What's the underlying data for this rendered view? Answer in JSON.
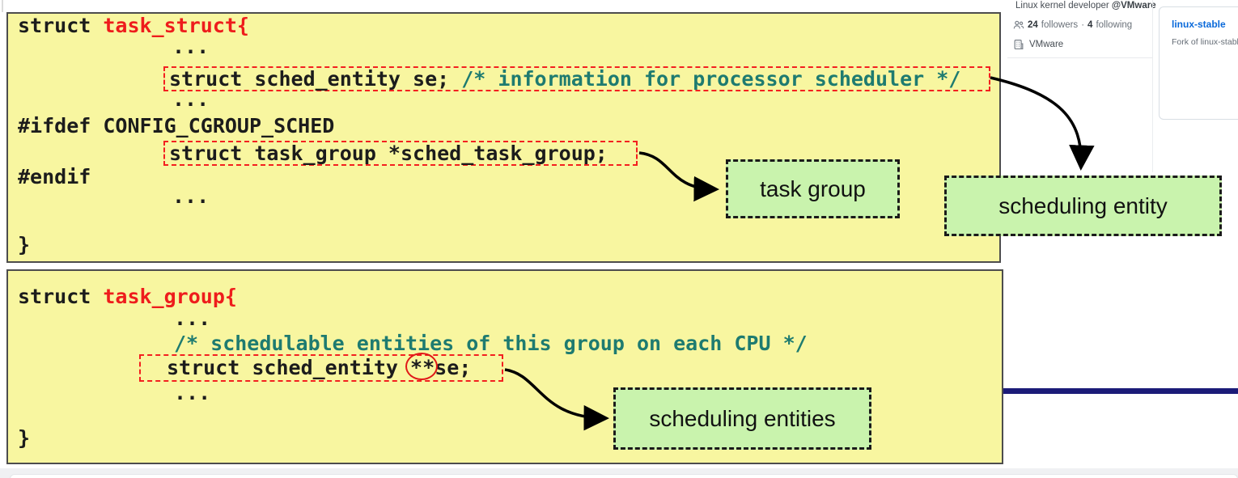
{
  "profile": {
    "bio_text": "Linux kernel developer ",
    "bio_mention": "@VMware",
    "followers_count": "24",
    "followers_label": "followers",
    "dot": "·",
    "following_count": "4",
    "following_label": "following",
    "org_name": "VMware"
  },
  "repo_card": {
    "name": "linux-stable",
    "description": "Fork of linux-stable repo"
  },
  "code_box_1": {
    "keyword": "struct ",
    "name": "task_struct{",
    "ellipsis": "...",
    "highlight_se_code": "struct sched_entity se; ",
    "highlight_se_comment": "/* information for processor scheduler */",
    "ifdef": "#ifdef CONFIG_CGROUP_SCHED",
    "highlight_tg_code": "struct task_group *sched_task_group;",
    "endif": "#endif",
    "close_brace": "}"
  },
  "code_box_2": {
    "keyword": "struct ",
    "name": "task_group{",
    "ellipsis": "...",
    "comment": "/* schedulable entities of this group on each CPU */",
    "highlight_before": "struct sched_entity ",
    "highlight_circled": "**",
    "highlight_after": "se;",
    "close_brace": "}"
  },
  "labels": {
    "task_group": "task group",
    "scheduling_entity": "scheduling entity",
    "scheduling_entities": "scheduling entities"
  },
  "colors": {
    "code_box_bg": "#f8f6a0",
    "label_bg": "#c9f3ad",
    "highlight_border_red": "#f32020",
    "comment_teal": "#1e7b70",
    "keyword_red": "#ee1c1c",
    "navy_line": "#1b1b78",
    "repo_link_blue": "#0969da"
  }
}
